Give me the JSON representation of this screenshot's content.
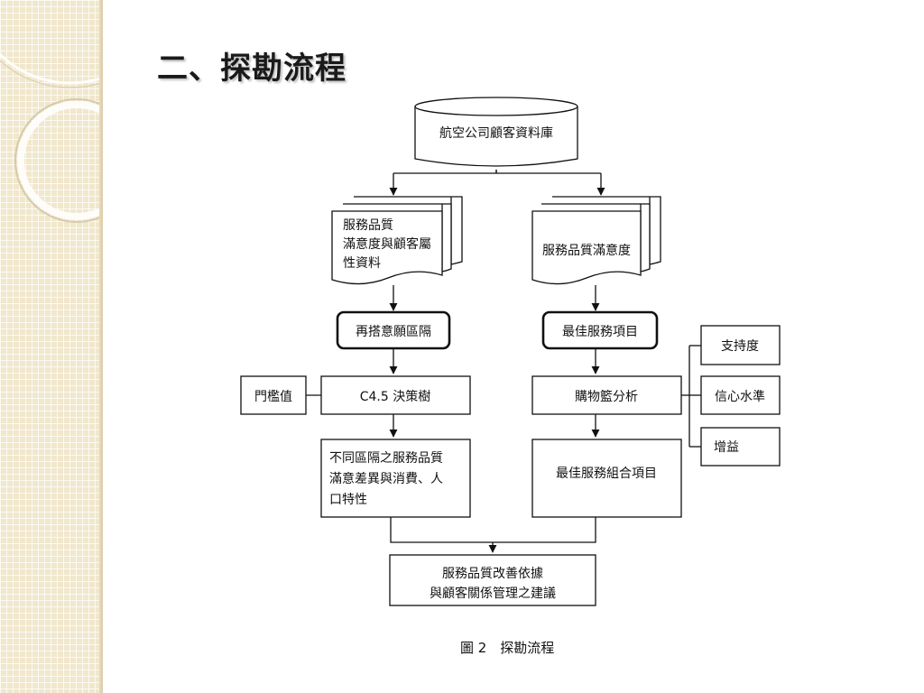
{
  "slide_title": "二、探勘流程",
  "database": "航空公司顧客資料庫",
  "left_doc": [
    "服務品質",
    "滿意度與顧客屬",
    "性資料"
  ],
  "right_doc": "服務品質滿意度",
  "left_process": "再搭意願區隔",
  "right_process": "最佳服務項目",
  "threshold": "門檻值",
  "decision_tree": "C4.5 決策樹",
  "basket_analysis": "購物籃分析",
  "metrics": [
    "支持度",
    "信心水準",
    "增益"
  ],
  "left_result": [
    "不同區隔之服務品質",
    "滿意差異與消費、人",
    "口特性"
  ],
  "right_result": "最佳服務組合項目",
  "final": [
    "服務品質改善依據",
    "與顧客關係管理之建議"
  ],
  "caption": "圖 2　探勘流程"
}
